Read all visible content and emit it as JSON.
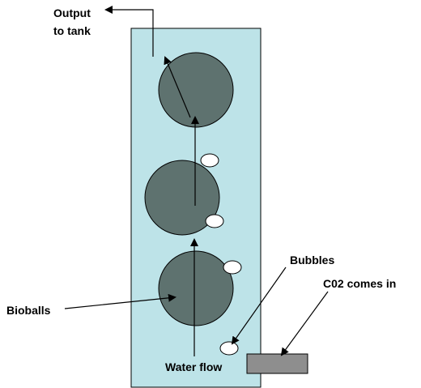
{
  "labels": {
    "output_line1": "Output",
    "output_line2": "to tank",
    "bubbles": "Bubbles",
    "co2": "C02 comes in",
    "bioballs": "Bioballs",
    "water_flow": "Water flow"
  },
  "colors": {
    "chamber_fill": "#bde3e8",
    "bioball_fill": "#5e726f",
    "inlet_fill": "#8e8e8e",
    "bubble_fill": "#ffffff",
    "stroke": "#000000"
  }
}
